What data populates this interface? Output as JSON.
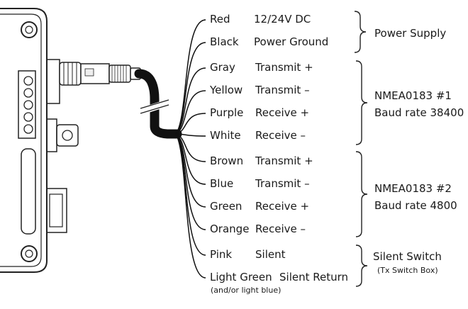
{
  "wires": [
    {
      "color": "Red",
      "signal": "12/24V DC"
    },
    {
      "color": "Black",
      "signal": "Power Ground"
    },
    {
      "color": "Gray",
      "signal": "Transmit +"
    },
    {
      "color": "Yellow",
      "signal": "Transmit –"
    },
    {
      "color": "Purple",
      "signal": "Receive +"
    },
    {
      "color": "White",
      "signal": "Receive –"
    },
    {
      "color": "Brown",
      "signal": "Transmit +"
    },
    {
      "color": "Blue",
      "signal": "Transmit –"
    },
    {
      "color": "Green",
      "signal": "Receive +"
    },
    {
      "color": "Orange",
      "signal": "Receive –"
    },
    {
      "color": "Pink",
      "signal": "Silent"
    },
    {
      "color": "Light Green",
      "signal": "Silent Return",
      "note": "(and/or light blue)"
    }
  ],
  "groups": [
    {
      "title": "Power Supply",
      "subtitle": ""
    },
    {
      "title": "NMEA0183 #1",
      "subtitle": "Baud rate 38400"
    },
    {
      "title": "NMEA0183 #2",
      "subtitle": "Baud rate 4800"
    },
    {
      "title": "Silent Switch",
      "subtitle": "(Tx Switch Box)"
    }
  ]
}
